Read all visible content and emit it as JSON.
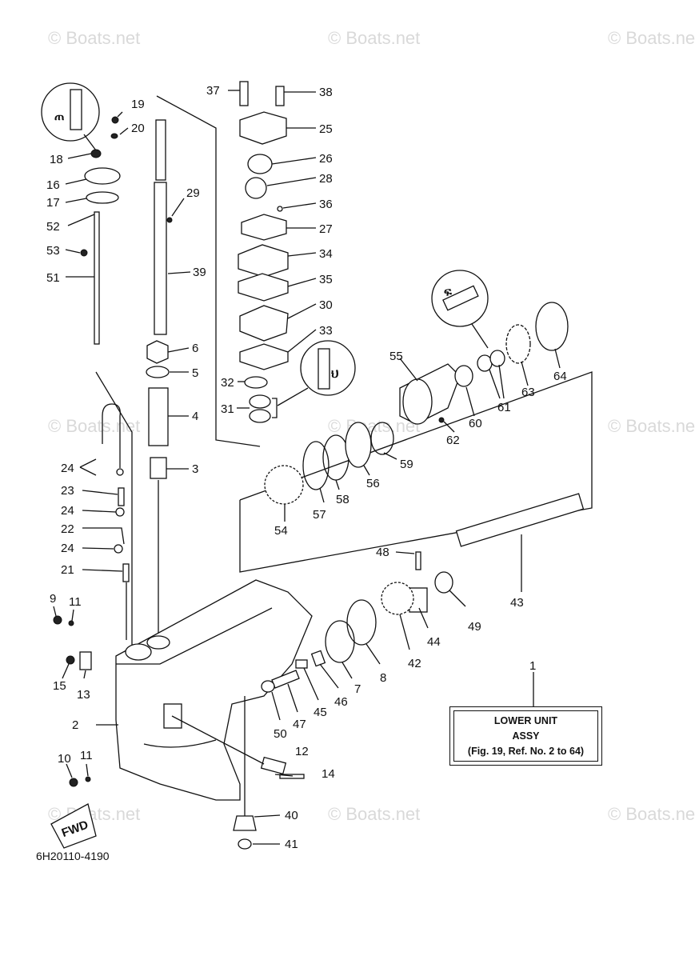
{
  "diagram": {
    "title_box": {
      "line1": "LOWER UNIT",
      "line2": "ASSY",
      "line3": "(Fig. 19, Ref. No. 2 to 64)"
    },
    "drawing_code": "6H20110-4190",
    "fwd_arrow_label": "FWD",
    "watermark": "© Boats.net",
    "callouts": {
      "p1": "1",
      "p2": "2",
      "p3": "3",
      "p4": "4",
      "p5": "5",
      "p6": "6",
      "p7": "7",
      "p8": "8",
      "p9": "9",
      "p10": "10",
      "p11a": "11",
      "p11b": "11",
      "p12": "12",
      "p13": "13",
      "p14": "14",
      "p15": "15",
      "p16": "16",
      "p17": "17",
      "p18": "18",
      "p19": "19",
      "p20": "20",
      "p21": "21",
      "p22": "22",
      "p23": "23",
      "p24a": "24",
      "p24b": "24",
      "p24c": "24",
      "p25": "25",
      "p26": "26",
      "p27": "27",
      "p28": "28",
      "p29": "29",
      "p30": "30",
      "p31": "31",
      "p32": "32",
      "p33": "33",
      "p34": "34",
      "p35": "35",
      "p36": "36",
      "p37": "37",
      "p38": "38",
      "p39": "39",
      "p40": "40",
      "p41": "41",
      "p42": "42",
      "p43": "43",
      "p44": "44",
      "p45": "45",
      "p46": "46",
      "p47": "47",
      "p48": "48",
      "p49": "49",
      "p50": "50",
      "p51": "51",
      "p52": "52",
      "p53": "53",
      "p54": "54",
      "p55": "55",
      "p56": "56",
      "p57": "57",
      "p58": "58",
      "p59": "59",
      "p60": "60",
      "p61": "61",
      "p62": "62",
      "p63": "63",
      "p64": "64"
    }
  }
}
